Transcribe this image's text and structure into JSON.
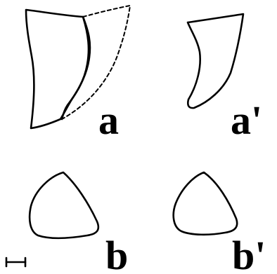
{
  "figure": {
    "labels": {
      "a": "a",
      "a_prime": "a'",
      "b": "b",
      "b_prime": "b'"
    },
    "scale_bar": {
      "shown": true,
      "label": ""
    }
  }
}
